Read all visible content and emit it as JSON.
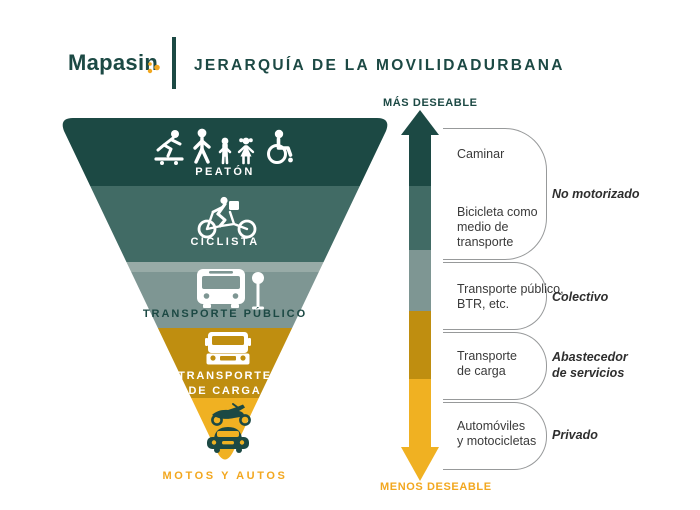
{
  "header": {
    "brand": "Mapasin",
    "title": "JERARQUÍA DE LA MOVILIDADURBANA"
  },
  "scale": {
    "top_label": "MÁS DESEABLE",
    "bottom_label": "MENOS DESEABLE"
  },
  "pyramid": {
    "levels": [
      {
        "label": "PEATÓN",
        "color": "#1c4944",
        "icons": [
          "skateboarder-icon",
          "walking-person-icon",
          "child-boy-icon",
          "child-girl-icon",
          "wheelchair-icon"
        ]
      },
      {
        "label": "CICLISTA",
        "color": "#416b65",
        "icons": [
          "cyclist-icon"
        ]
      },
      {
        "label": "TRANSPORTE PÚBLICO",
        "color": "#7e9693",
        "icons": [
          "bus-icon",
          "bus-stop-sign-icon"
        ]
      },
      {
        "label": "TRANSPORTE DE CARGA",
        "color": "#bf8e10",
        "icons": [
          "truck-icon"
        ]
      },
      {
        "label": "MOTOS Y AUTOS",
        "color": "#f0b122",
        "icons": [
          "motorcycle-icon",
          "car-icon"
        ]
      }
    ]
  },
  "legend": {
    "groups": [
      {
        "modes": [
          {
            "line1": "Caminar",
            "line2": ""
          },
          {
            "line1": "Bicicleta como",
            "line2": "medio de transporte"
          }
        ],
        "category": {
          "line1": "No motorizado",
          "line2": ""
        }
      },
      {
        "modes": [
          {
            "line1": "Transporte público,",
            "line2": "BTR, etc."
          }
        ],
        "category": {
          "line1": "Colectivo",
          "line2": ""
        }
      },
      {
        "modes": [
          {
            "line1": "Transporte",
            "line2": "de carga"
          }
        ],
        "category": {
          "line1": "Abastecedor",
          "line2": "de servicios"
        }
      },
      {
        "modes": [
          {
            "line1": "Automóviles",
            "line2": "y motocicletas"
          }
        ],
        "category": {
          "line1": "Privado",
          "line2": ""
        }
      }
    ]
  },
  "colors": {
    "dark_teal": "#1c4944",
    "mid_teal": "#416b65",
    "light_teal_strip": "#98aba7",
    "gray_teal": "#7e9693",
    "dark_gold": "#bf8e10",
    "bright_gold": "#f0b122",
    "accent_gold": "#f2a71f",
    "bracket_line": "#97999a",
    "label_text": "#3a3a3a",
    "icon_white": "#ffffff"
  }
}
